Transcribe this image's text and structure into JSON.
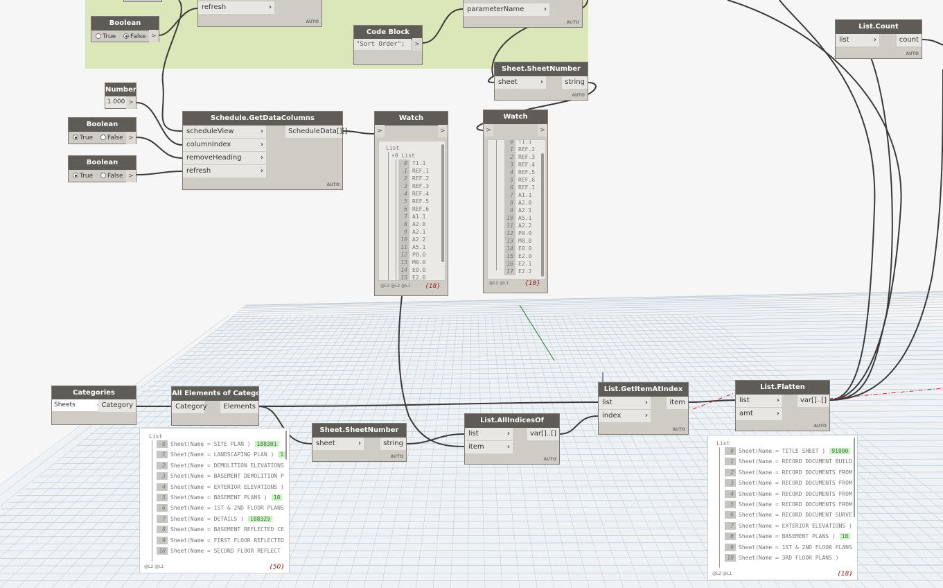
{
  "canvas": {
    "background_color": "#f6f6f6",
    "group_color": "#dbe7b8",
    "node_header_color": "#5f5c58",
    "node_body_color": "#cfcbc5"
  },
  "nodes": {
    "boolean_top": {
      "title": "Boolean",
      "true_label": "True",
      "false_label": "False",
      "selected": "False",
      "out": ">"
    },
    "partial_top": {
      "input": "refresh",
      "auto": "AUTO"
    },
    "code_block": {
      "title": "Code Block",
      "code": "\"Sort Order\";",
      "out": ">"
    },
    "partial_top_right": {
      "input": "parameterName",
      "auto": "AUTO"
    },
    "sheet_number_top": {
      "title": "Sheet.SheetNumber",
      "input": "sheet",
      "output": "string",
      "auto": "AUTO"
    },
    "list_count": {
      "title": "List.Count",
      "input": "list",
      "output": "count",
      "auto": "AUTO"
    },
    "number": {
      "title": "Number",
      "value": "1.000",
      "out": ">"
    },
    "boolean_1": {
      "title": "Boolean",
      "true_label": "True",
      "false_label": "False",
      "selected": "True",
      "out": ">"
    },
    "boolean_2": {
      "title": "Boolean",
      "true_label": "True",
      "false_label": "False",
      "selected": "True",
      "out": ">"
    },
    "get_data_columns": {
      "title": "Schedule.GetDataColumns",
      "inputs": [
        "scheduleView",
        "columnIndex",
        "removeHeading",
        "refresh"
      ],
      "output": "ScheduleData[][]",
      "auto": "AUTO"
    },
    "watch_1": {
      "title": "Watch",
      "in": ">",
      "out": ">",
      "root": "List",
      "sub": "0 List",
      "items": [
        "T1.1",
        "REF.1",
        "REF.2",
        "REF.3",
        "REF.4",
        "REF.5",
        "REF.6",
        "A1.1",
        "A2.0",
        "A2.1",
        "A2.2",
        "A5.1",
        "P0.0",
        "M0.0",
        "E0.0",
        "E2.0"
      ],
      "levels": "@L3 @L2 @L1",
      "count": "{18}"
    },
    "watch_2": {
      "title": "Watch",
      "in": ">",
      "out": ">",
      "partial_first": "T1.1",
      "items": [
        "REF.2",
        "REF.3",
        "REF.4",
        "REF.5",
        "REF.6",
        "REF.1",
        "A1.1",
        "A2.0",
        "A2.1",
        "A5.1",
        "A2.2",
        "P0.0",
        "M0.0",
        "E0.0",
        "E2.0",
        "E2.1",
        "E2.2"
      ],
      "levels": "@L2 @L1",
      "count": "{18}"
    },
    "categories": {
      "title": "Categories",
      "selected": "Sheets",
      "output": "Category"
    },
    "all_elements": {
      "title": "All Elements of Category",
      "input": "Category",
      "output": "Elements"
    },
    "elements_preview": {
      "root": "List",
      "items": [
        {
          "text": "Sheet(Name = SITE PLAN )",
          "id": "188301"
        },
        {
          "text": "Sheet(Name = LANDSCAPING PLAN )",
          "id": "1"
        },
        {
          "text": "Sheet(Name = DEMOLITION ELEVATIONS",
          "id": ""
        },
        {
          "text": "Sheet(Name = BASEMENT DEMOLITION P",
          "id": ""
        },
        {
          "text": "Sheet(Name = EXTERIOR ELEVATIONS )",
          "id": ""
        },
        {
          "text": "Sheet(Name = BASEMENT PLANS )",
          "id": "18"
        },
        {
          "text": "Sheet(Name = 1ST & 2ND FLOOR PLANS",
          "id": ""
        },
        {
          "text": "Sheet(Name = DETAILS )",
          "id": "188329"
        },
        {
          "text": "Sheet(Name = BASEMENT REFLECTED CE",
          "id": ""
        },
        {
          "text": "Sheet(Name = FIRST FLOOR REFLECTED",
          "id": ""
        },
        {
          "text": "Sheet(Name = SECOND FLOOR REFLECT",
          "id": ""
        }
      ],
      "levels": "@L2 @L1",
      "count": "{50}"
    },
    "sheet_number_bottom": {
      "title": "Sheet.SheetNumber",
      "input": "sheet",
      "output": "string",
      "auto": "AUTO"
    },
    "all_indices_of": {
      "title": "List.AllIndicesOf",
      "inputs": [
        "list",
        "item"
      ],
      "output": "var[]..[]",
      "auto": "AUTO"
    },
    "get_item_at_index": {
      "title": "List.GetItemAtIndex",
      "inputs": [
        "list",
        "index"
      ],
      "output": "item",
      "auto": "AUTO"
    },
    "flatten": {
      "title": "List.Flatten",
      "inputs": [
        "list",
        "amt"
      ],
      "output": "var[]..[]",
      "auto": "AUTO"
    },
    "flatten_preview": {
      "root": "List",
      "items": [
        {
          "text": "Sheet(Name = TITLE SHEET )",
          "id": "91000"
        },
        {
          "text": "Sheet(Name = RECORD DOCUMENT BUILD",
          "id": ""
        },
        {
          "text": "Sheet(Name = RECORD DOCUMENTS FROM",
          "id": ""
        },
        {
          "text": "Sheet(Name = RECORD DOCUMENTS FROM",
          "id": ""
        },
        {
          "text": "Sheet(Name = RECORD DOCUMENTS FROM",
          "id": ""
        },
        {
          "text": "Sheet(Name = RECORD DOCUMENTS FROM",
          "id": ""
        },
        {
          "text": "Sheet(Name = RECORD DOCUMENT SURVE",
          "id": ""
        },
        {
          "text": "Sheet(Name = EXTERIOR ELEVATIONS )",
          "id": ""
        },
        {
          "text": "Sheet(Name = BASEMENT PLANS )",
          "id": "18"
        },
        {
          "text": "Sheet(Name = 1ST & 2ND FLOOR PLANS",
          "id": ""
        },
        {
          "text": "Sheet(Name = 3RD FLOOR PLANS )",
          "id": ""
        }
      ],
      "levels": "@L2 @L1",
      "count": "{18}"
    }
  }
}
